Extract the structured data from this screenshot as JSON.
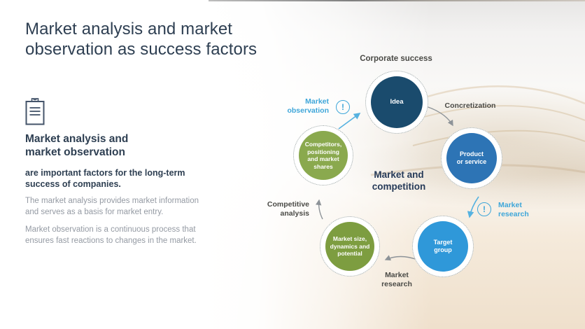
{
  "left_panel": {
    "title": "Market analysis and market\nobservation as success factors",
    "icon": "clipboard-icon",
    "heading": "Market analysis and\nmarket observation",
    "lead": "are important factors for the long-term\nsuccess of companies.",
    "para1": "The market analysis provides market information\nand serves as a basis for market entry.",
    "para2": "Market observation is a continuous process that\nensures fast reactions to changes in the market."
  },
  "diagram": {
    "top_label": "Corporate success",
    "center_label": "Market and\ncompetition",
    "nodes": {
      "idea": {
        "label": "Idea",
        "color": "#1a4b6d"
      },
      "product": {
        "label": "Product\nor service",
        "color": "#2d74b5"
      },
      "target": {
        "label": "Target\ngroup",
        "color": "#2f98d9"
      },
      "market_size": {
        "label": "Market size,\ndynamics and\npotential",
        "color": "#7d9d40"
      },
      "competitors": {
        "label": "Competitors,\npositioning\nand market\nshares",
        "color": "#8aa94e"
      }
    },
    "edge_labels": {
      "market_observation": "Market\nobservation",
      "concretization": "Concretization",
      "market_research_blue": "Market\nresearch",
      "market_research_gray": "Market\nresearch",
      "competitive_analysis": "Competitive\nanalysis"
    },
    "alert_glyph": "!",
    "colors": {
      "title_navy": "#2e3f52",
      "body_gray": "#949aa3",
      "accent_blue": "#3ea6d9",
      "label_gray": "#4a4a46",
      "center_navy": "#263a58",
      "arrow_gray": "#8d9398",
      "arrow_blue": "#56b2e0",
      "photo_beige": "#efe0cc"
    }
  }
}
